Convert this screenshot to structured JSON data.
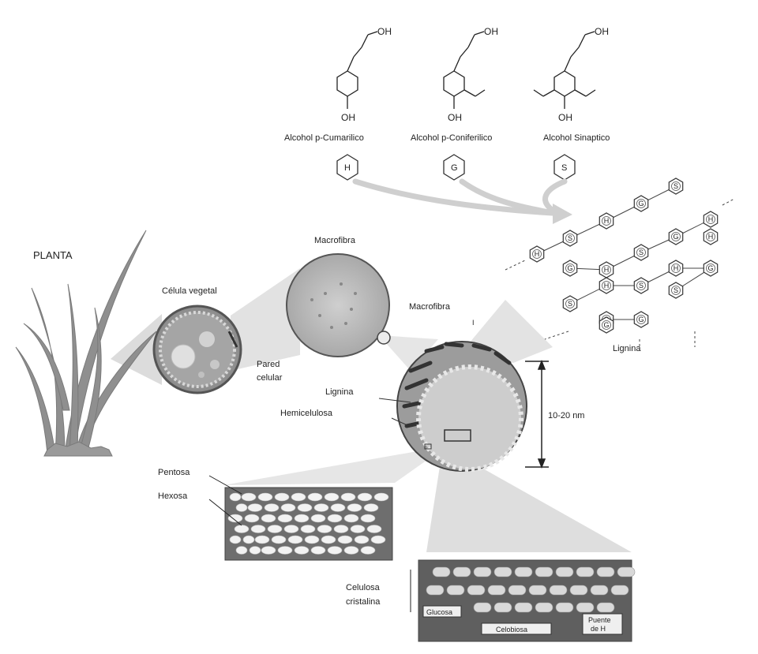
{
  "monomers": [
    {
      "name": "Alcohol p-Cumarilico",
      "unit": "H",
      "top_group": "OH",
      "bottom_group": "OH"
    },
    {
      "name": "Alcohol p-Coniferilico",
      "unit": "G",
      "top_group": "OH",
      "bottom_group": "OH"
    },
    {
      "name": "Alcohol Sinaptico",
      "unit": "S",
      "top_group": "OH",
      "bottom_group": "OH"
    }
  ],
  "labels": {
    "planta": "PLANTA",
    "celula_vegetal": "Célula vegetal",
    "pared_celular_1": "Pared",
    "pared_celular_2": "celular",
    "macrofibra_top": "Macrofibra",
    "macrofibra_side": "Macrofibra",
    "lignina_fibril": "Lignina",
    "hemicelulosa": "Hemicelulosa",
    "dimension": "10-20 nm",
    "lignina_network": "Lignina",
    "pentosa": "Pentosa",
    "hexosa": "Hexosa",
    "celulosa_1": "Celulosa",
    "celulosa_2": "cristalina",
    "glucosa": "Glucosa",
    "celobiosa": "Celobiosa",
    "puente_1": "Puente",
    "puente_2": "de H",
    "marker": "I"
  },
  "lignin_network_units": [
    "S",
    "H",
    "G",
    "S",
    "H",
    "S",
    "G",
    "H",
    "H",
    "G",
    "S",
    "H",
    "G",
    "S",
    "H",
    "G",
    "S",
    "G",
    "G",
    "H"
  ]
}
